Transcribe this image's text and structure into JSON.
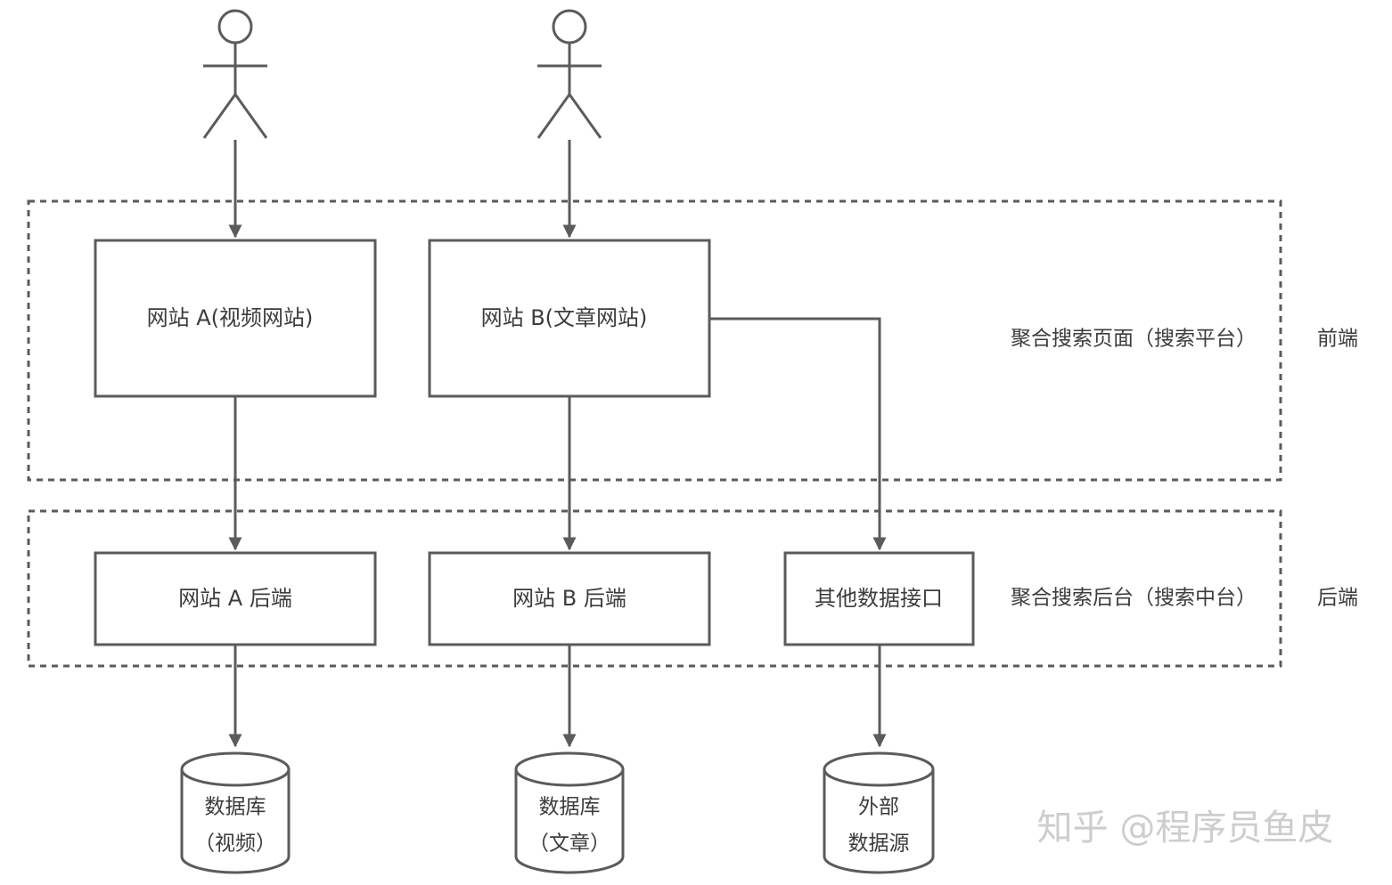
{
  "colors": {
    "stroke": "#5b5b5b",
    "text": "#3c3c3c",
    "watermark": "#c4c4c4"
  },
  "actors": [
    {
      "id": "actor-a",
      "icon": "person-icon"
    },
    {
      "id": "actor-b",
      "icon": "person-icon"
    }
  ],
  "regions": {
    "frontend": {
      "label": "聚合搜索页面（搜索平台）",
      "layer": "前端"
    },
    "backend": {
      "label": "聚合搜索后台（搜索中台）",
      "layer": "后端"
    }
  },
  "frontend_nodes": {
    "site_a": "网站 A(视频网站)",
    "site_b": "网站 B(文章网站)"
  },
  "backend_nodes": {
    "site_a_backend": "网站 A 后端",
    "site_b_backend": "网站 B 后端",
    "other_api": "其他数据接口"
  },
  "datastores": {
    "db_video": {
      "line1": "数据库",
      "line2": "（视频）"
    },
    "db_article": {
      "line1": "数据库",
      "line2": "（文章）"
    },
    "external": {
      "line1": "外部",
      "line2": "数据源"
    }
  },
  "edges": [
    {
      "from": "actor-a",
      "to": "site_a"
    },
    {
      "from": "actor-b",
      "to": "site_b"
    },
    {
      "from": "site_a",
      "to": "site_a_backend"
    },
    {
      "from": "site_b",
      "to": "site_b_backend"
    },
    {
      "from": "site_b",
      "to": "other_api"
    },
    {
      "from": "site_a_backend",
      "to": "db_video"
    },
    {
      "from": "site_b_backend",
      "to": "db_article"
    },
    {
      "from": "other_api",
      "to": "external"
    }
  ],
  "watermark": "知乎 @程序员鱼皮"
}
